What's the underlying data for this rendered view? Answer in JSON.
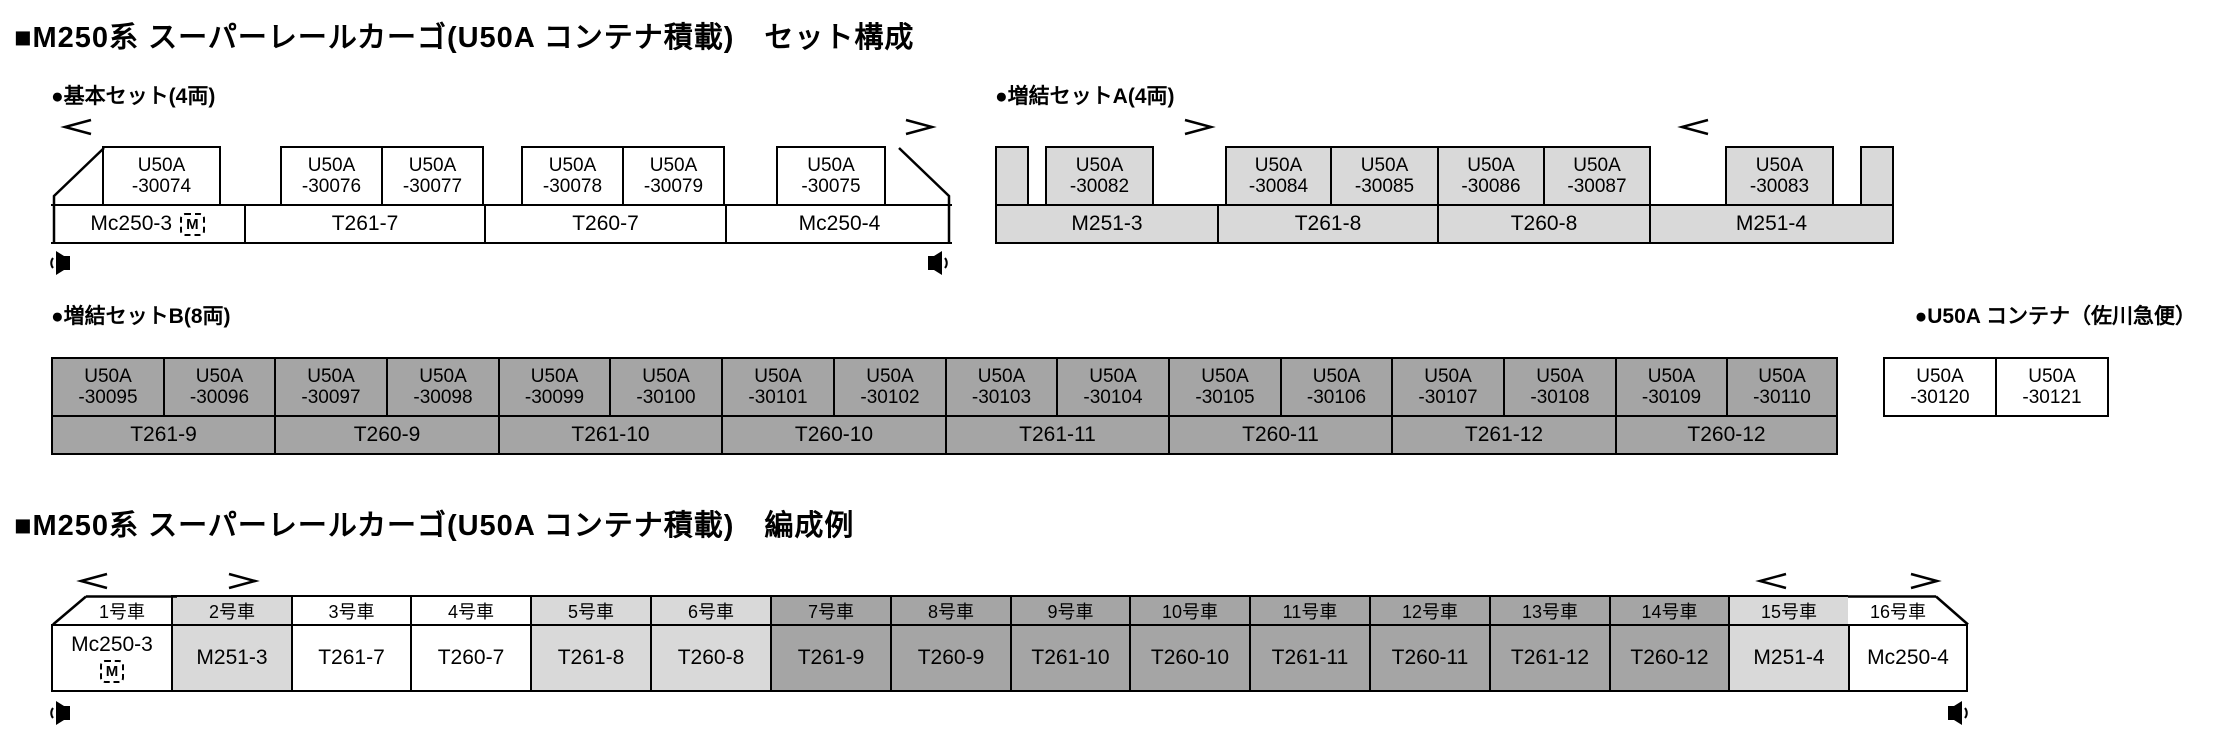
{
  "titles": {
    "set_composition": "■M250系 スーパーレールカーゴ(U50A コンテナ積載)　セット構成",
    "formation_example": "■M250系 スーパーレールカーゴ(U50A コンテナ積載)　編成例"
  },
  "labels": {
    "basic_set": "●基本セット(4両)",
    "addon_a": "●増結セットA(4両)",
    "addon_b": "●増結セットB(8両)",
    "container_note": "●U50A コンテナ（佐川急便）"
  },
  "container_series": "U50A",
  "marks": {
    "motor": "M"
  },
  "sets": {
    "basic": {
      "cars": [
        {
          "name": "Mc250-3",
          "motor": true
        },
        {
          "name": "T261-7"
        },
        {
          "name": "T260-7"
        },
        {
          "name": "Mc250-4"
        }
      ],
      "containers": [
        "-30074",
        "-30076",
        "-30077",
        "-30078",
        "-30079",
        "-30075"
      ]
    },
    "addon_a": {
      "cars": [
        {
          "name": "M251-3"
        },
        {
          "name": "T261-8"
        },
        {
          "name": "T260-8"
        },
        {
          "name": "M251-4"
        }
      ],
      "containers": [
        "-30082",
        "-30084",
        "-30085",
        "-30086",
        "-30087",
        "-30083"
      ]
    },
    "addon_b": {
      "cars": [
        {
          "name": "T261-9"
        },
        {
          "name": "T260-9"
        },
        {
          "name": "T261-10"
        },
        {
          "name": "T260-10"
        },
        {
          "name": "T261-11"
        },
        {
          "name": "T260-11"
        },
        {
          "name": "T261-12"
        },
        {
          "name": "T260-12"
        }
      ],
      "containers": [
        "-30095",
        "-30096",
        "-30097",
        "-30098",
        "-30099",
        "-30100",
        "-30101",
        "-30102",
        "-30103",
        "-30104",
        "-30105",
        "-30106",
        "-30107",
        "-30108",
        "-30109",
        "-30110"
      ]
    },
    "loose": {
      "containers": [
        "-30120",
        "-30121"
      ]
    }
  },
  "formation": {
    "cars": [
      {
        "no": "1号車",
        "name": "Mc250-3",
        "motor": true,
        "tone": "white"
      },
      {
        "no": "2号車",
        "name": "M251-3",
        "tone": "light"
      },
      {
        "no": "3号車",
        "name": "T261-7",
        "tone": "white"
      },
      {
        "no": "4号車",
        "name": "T260-7",
        "tone": "white"
      },
      {
        "no": "5号車",
        "name": "T261-8",
        "tone": "light"
      },
      {
        "no": "6号車",
        "name": "T260-8",
        "tone": "light"
      },
      {
        "no": "7号車",
        "name": "T261-9",
        "tone": "dark"
      },
      {
        "no": "8号車",
        "name": "T260-9",
        "tone": "dark"
      },
      {
        "no": "9号車",
        "name": "T261-10",
        "tone": "dark"
      },
      {
        "no": "10号車",
        "name": "T260-10",
        "tone": "dark"
      },
      {
        "no": "11号車",
        "name": "T261-11",
        "tone": "dark"
      },
      {
        "no": "12号車",
        "name": "T260-11",
        "tone": "dark"
      },
      {
        "no": "13号車",
        "name": "T261-12",
        "tone": "dark"
      },
      {
        "no": "14号車",
        "name": "T260-12",
        "tone": "dark"
      },
      {
        "no": "15号車",
        "name": "M251-4",
        "tone": "light"
      },
      {
        "no": "16号車",
        "name": "Mc250-4",
        "tone": "white"
      }
    ]
  },
  "icons": {
    "direction_left": "chevron-left",
    "direction_right": "chevron-right",
    "sound_left": "speaker-left",
    "sound_right": "speaker-right",
    "motor": "M-in-dashed-box"
  },
  "colors": {
    "basic_set": "#ffffff",
    "addon_a": "#d9d9d9",
    "addon_b": "#a5a5a5",
    "line": "#000000"
  }
}
